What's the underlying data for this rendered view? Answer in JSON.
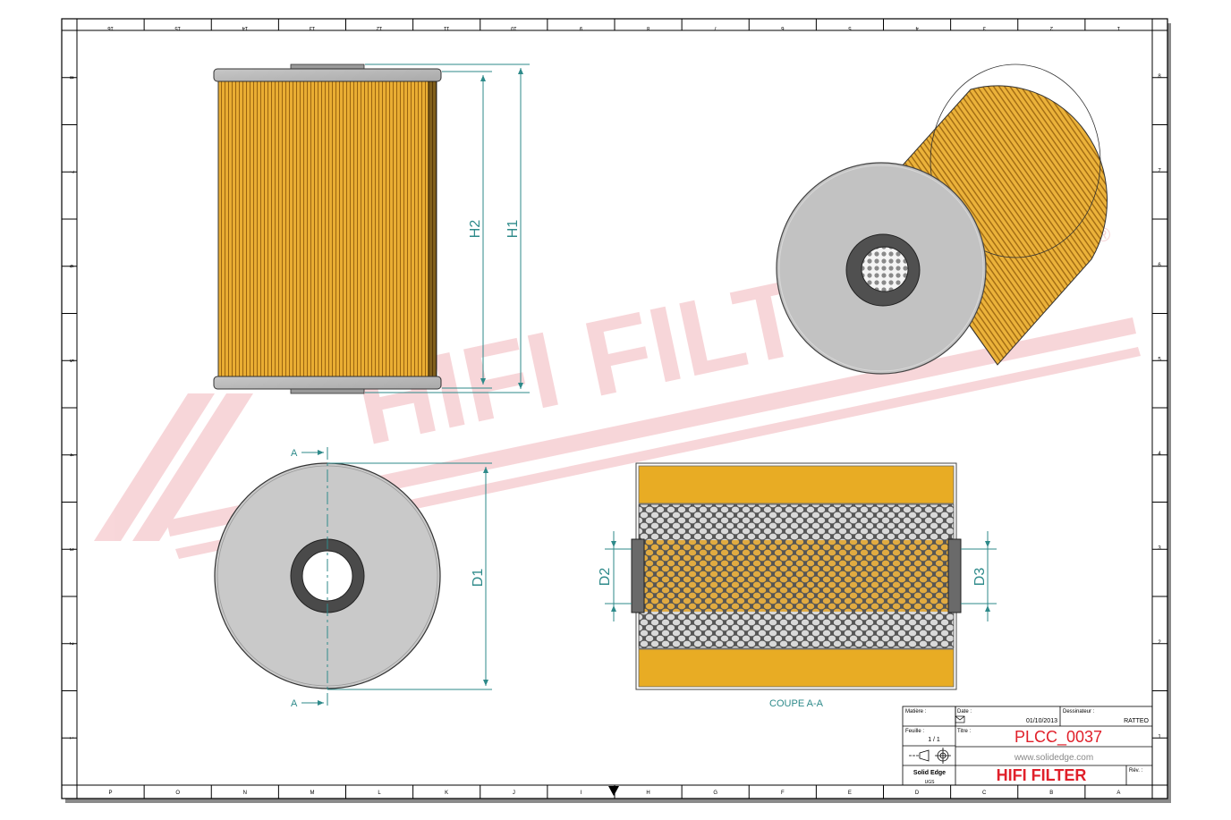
{
  "border": {
    "top_refs": [
      "16",
      "15",
      "14",
      "13",
      "12",
      "11",
      "10",
      "9",
      "8",
      "7",
      "6",
      "5",
      "4",
      "3",
      "2",
      "1"
    ],
    "bottom_refs": [
      "P",
      "O",
      "N",
      "M",
      "L",
      "K",
      "J",
      "I",
      "H",
      "G",
      "F",
      "E",
      "D",
      "C",
      "B",
      "A"
    ],
    "left_refs": [
      "8",
      "7",
      "6",
      "5",
      "4",
      "3",
      "2",
      "1"
    ],
    "right_refs": [
      "8",
      "7",
      "6",
      "5",
      "4",
      "3",
      "2",
      "1"
    ]
  },
  "watermark": {
    "text": "HIFI FILTER",
    "registered": "®",
    "color": "#f3c4c8"
  },
  "dimensions": {
    "h1": "H1",
    "h2": "H2",
    "d1": "D1",
    "d2": "D2",
    "d3": "D3",
    "section_top": "A",
    "section_bottom": "A"
  },
  "section_caption": "COUPE A-A",
  "title_block": {
    "matiere_label": "Matière :",
    "date_label": "Date :",
    "date_value": "01/10/2013",
    "dessinateur_label": "Dessinateur :",
    "dessinateur_value": "RATTEO",
    "feuille_label": "Feuille :",
    "feuille_value": "1 / 1",
    "titre_label": "Titre :",
    "part_number": "PLCC_0037",
    "website": "www.solidedge.com",
    "software": "Solid Edge",
    "software_sub": "UGS",
    "company": "HIFI FILTER",
    "rev_label": "Rév. :"
  },
  "colors": {
    "pleat": "#e8a92a",
    "pleat_dark": "#b07410",
    "endcap": "#b9b9b9",
    "dim_line": "#2e8a8a",
    "title_red": "#e0202a",
    "border": "#000000"
  }
}
